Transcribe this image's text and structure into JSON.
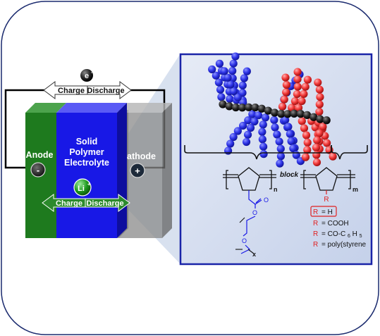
{
  "electron_label": "e",
  "electron_charge": "-",
  "outer_arrow": {
    "left_label": "Charge",
    "right_label": "Discharge"
  },
  "anode": {
    "label": "Anode",
    "terminal_sign": "-"
  },
  "electrolyte": {
    "lines": [
      "Solid",
      "Polymer",
      "Electrolyte"
    ]
  },
  "cathode": {
    "label": "Cathode",
    "terminal_sign": "+"
  },
  "li_ion": {
    "label": "Li",
    "charge": "+"
  },
  "inner_arrow": {
    "left_label": "Charge",
    "right_label": "Discharge"
  },
  "chem": {
    "block_label": "block",
    "subscript_n": "n",
    "subscript_m": "m",
    "subscript_x": "x",
    "r_group_label": "R",
    "oxygen_label": "O",
    "carbonyl_o": "O",
    "ester_o": "O",
    "r_options": [
      {
        "prefix": "R",
        "text": "= H",
        "boxed": true
      },
      {
        "prefix": "R",
        "text": "= COOH",
        "boxed": false
      },
      {
        "prefix": "R",
        "text": "= CO-C",
        "sub1": "6",
        "mid": "H",
        "sub2": "5",
        "boxed": false
      },
      {
        "prefix": "R",
        "text": "= poly(styrene",
        "boxed": false
      }
    ]
  },
  "colors": {
    "anode": "#1e7a1e",
    "electrolyte": "#1818e6",
    "cathode": "#8a8a8a",
    "blue_beads": "#2f35e8",
    "red_beads": "#f23a3a",
    "black_beads": "#2a2a2a",
    "panel_border": "#1a24a8",
    "panel_bg": "#d3dcef"
  }
}
